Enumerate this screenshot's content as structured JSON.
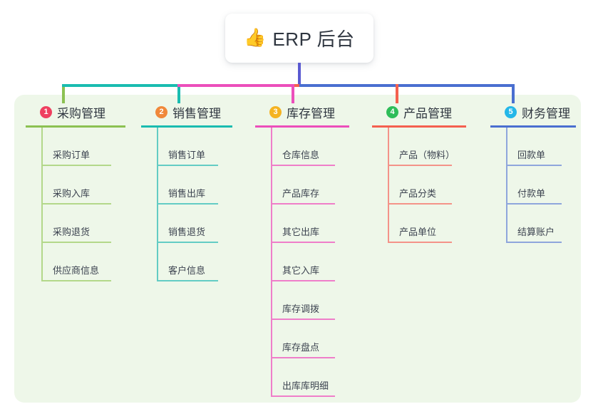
{
  "root": {
    "emoji": "👍",
    "emoji_name": "thumbs-up-icon",
    "title": "ERP 后台"
  },
  "canvas_color": "#eef7e9",
  "stem_color": "#5a5ad1",
  "columns": [
    {
      "number": "1",
      "title": "采购管理",
      "badge_color": "#ef4060",
      "line_color": "#8cc152",
      "leaf_color": "#b3d88a",
      "items": [
        "采购订单",
        "采购入库",
        "采购退货",
        "供应商信息"
      ]
    },
    {
      "number": "2",
      "title": "销售管理",
      "badge_color": "#f0883a",
      "line_color": "#1abcb0",
      "leaf_color": "#63ccc4",
      "items": [
        "销售订单",
        "销售出库",
        "销售退货",
        "客户信息"
      ]
    },
    {
      "number": "3",
      "title": "库存管理",
      "badge_color": "#f5b321",
      "line_color": "#ec4fbb",
      "leaf_color": "#ef7ec9",
      "items": [
        "仓库信息",
        "产品库存",
        "其它出库",
        "其它入库",
        "库存调拨",
        "库存盘点",
        "出库库明细"
      ]
    },
    {
      "number": "4",
      "title": "产品管理",
      "badge_color": "#2ebd59",
      "line_color": "#f4604f",
      "leaf_color": "#f49389",
      "items": [
        "产品（物料）",
        "产品分类",
        "产品单位"
      ]
    },
    {
      "number": "5",
      "title": "财务管理",
      "badge_color": "#24b7e8",
      "line_color": "#4a6fd0",
      "leaf_color": "#8fa6dc",
      "items": [
        "回款单",
        "付款单",
        "结算账户"
      ]
    }
  ]
}
